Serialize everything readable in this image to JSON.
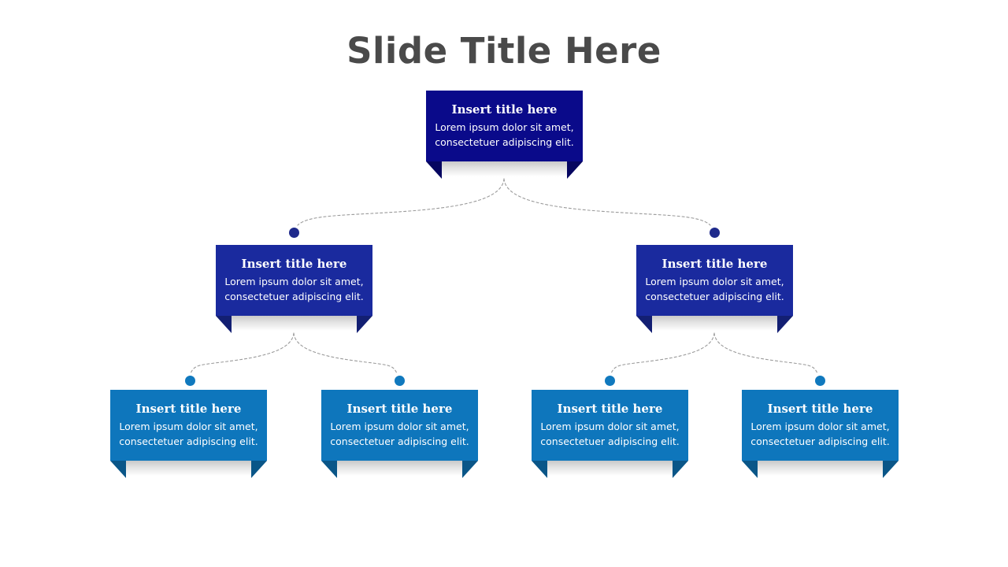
{
  "slide": {
    "title": "Slide Title Here",
    "background_color": "#ffffff",
    "title_color": "#4a4a4a"
  },
  "colors": {
    "level1": "#0a0a8a",
    "level1_tail": "#060660",
    "level2": "#1a2a9e",
    "level2_tail": "#131f73",
    "level3": "#0e76bc",
    "level3_tail": "#0a5688",
    "dot_navy": "#1f2a8c",
    "dot_blue": "#1079be",
    "connector_line": "#9a9a9a"
  },
  "diagram": {
    "type": "org-chart",
    "levels": 3,
    "connector_style": "dashed-curve",
    "nodes": {
      "root": {
        "title": "Insert title here",
        "description": "Lorem ipsum dolor sit amet, consectetuer adipiscing  elit."
      },
      "level2": [
        {
          "title": "Insert title here",
          "description": "Lorem ipsum dolor sit amet, consectetuer adipiscing  elit."
        },
        {
          "title": "Insert title here",
          "description": "Lorem ipsum dolor sit amet, consectetuer adipiscing  elit."
        }
      ],
      "level3": [
        {
          "title": "Insert title here",
          "description": "Lorem ipsum dolor sit amet, consectetuer adipiscing  elit."
        },
        {
          "title": "Insert title here",
          "description": "Lorem ipsum dolor sit amet, consectetuer adipiscing  elit."
        },
        {
          "title": "Insert title here",
          "description": "Lorem ipsum dolor sit amet, consectetuer adipiscing  elit."
        },
        {
          "title": "Insert title here",
          "description": "Lorem ipsum dolor sit amet, consectetuer adipiscing  elit."
        }
      ]
    }
  }
}
